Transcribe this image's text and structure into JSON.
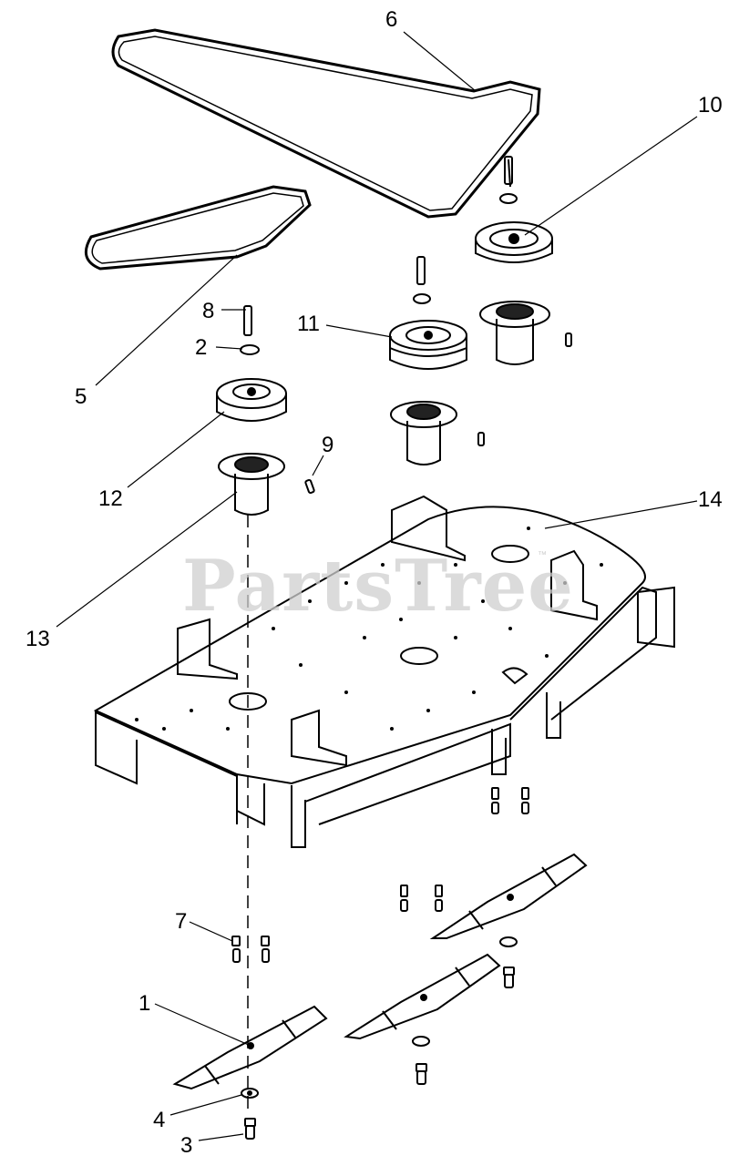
{
  "watermark": {
    "text": "PartsTree",
    "trademark": "™",
    "color": "#cfcfcf"
  },
  "callouts": [
    "1",
    "2",
    "3",
    "4",
    "5",
    "6",
    "7",
    "8",
    "9",
    "10",
    "11",
    "12",
    "13",
    "14"
  ],
  "colors": {
    "line": "#000000",
    "background": "#ffffff"
  }
}
